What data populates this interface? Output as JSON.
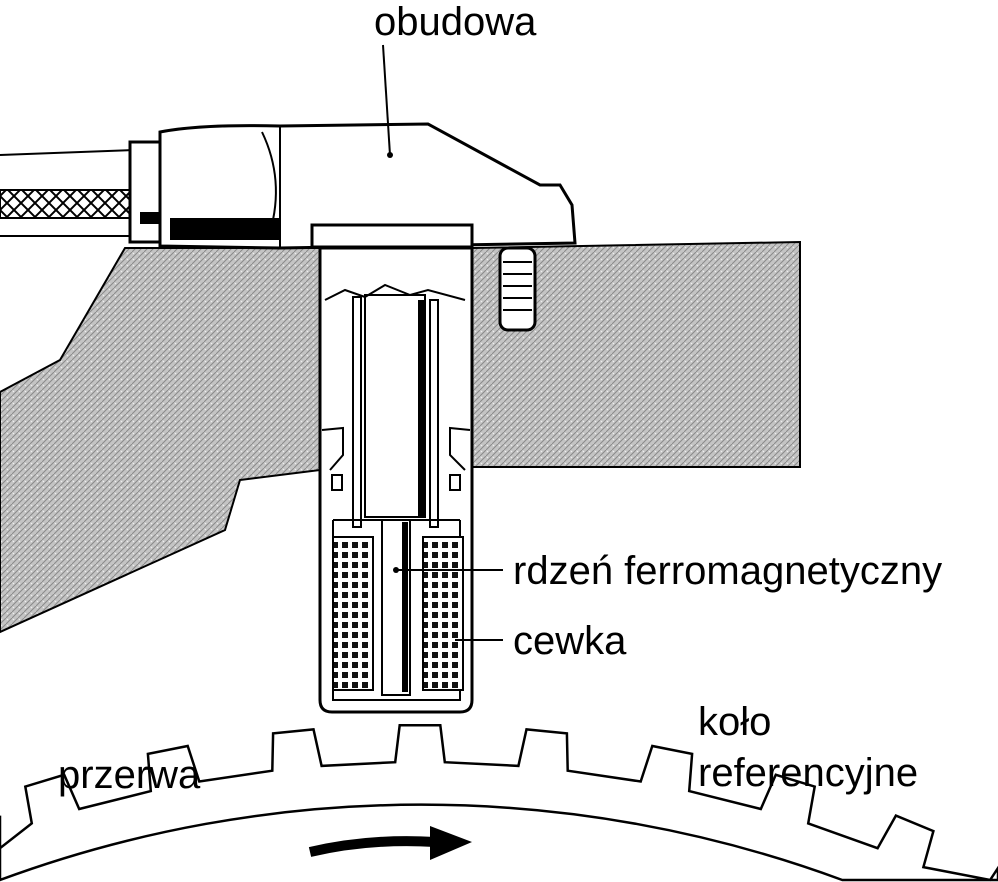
{
  "labels": {
    "housing": "obudowa",
    "core": "rdzeń ferromagnetyczny",
    "coil": "cewka",
    "wheel_line1": "koło",
    "wheel_line2": "referencyjne",
    "gap": "przerwa"
  },
  "colors": {
    "material": "#b9b9b9",
    "ink": "#000000"
  }
}
